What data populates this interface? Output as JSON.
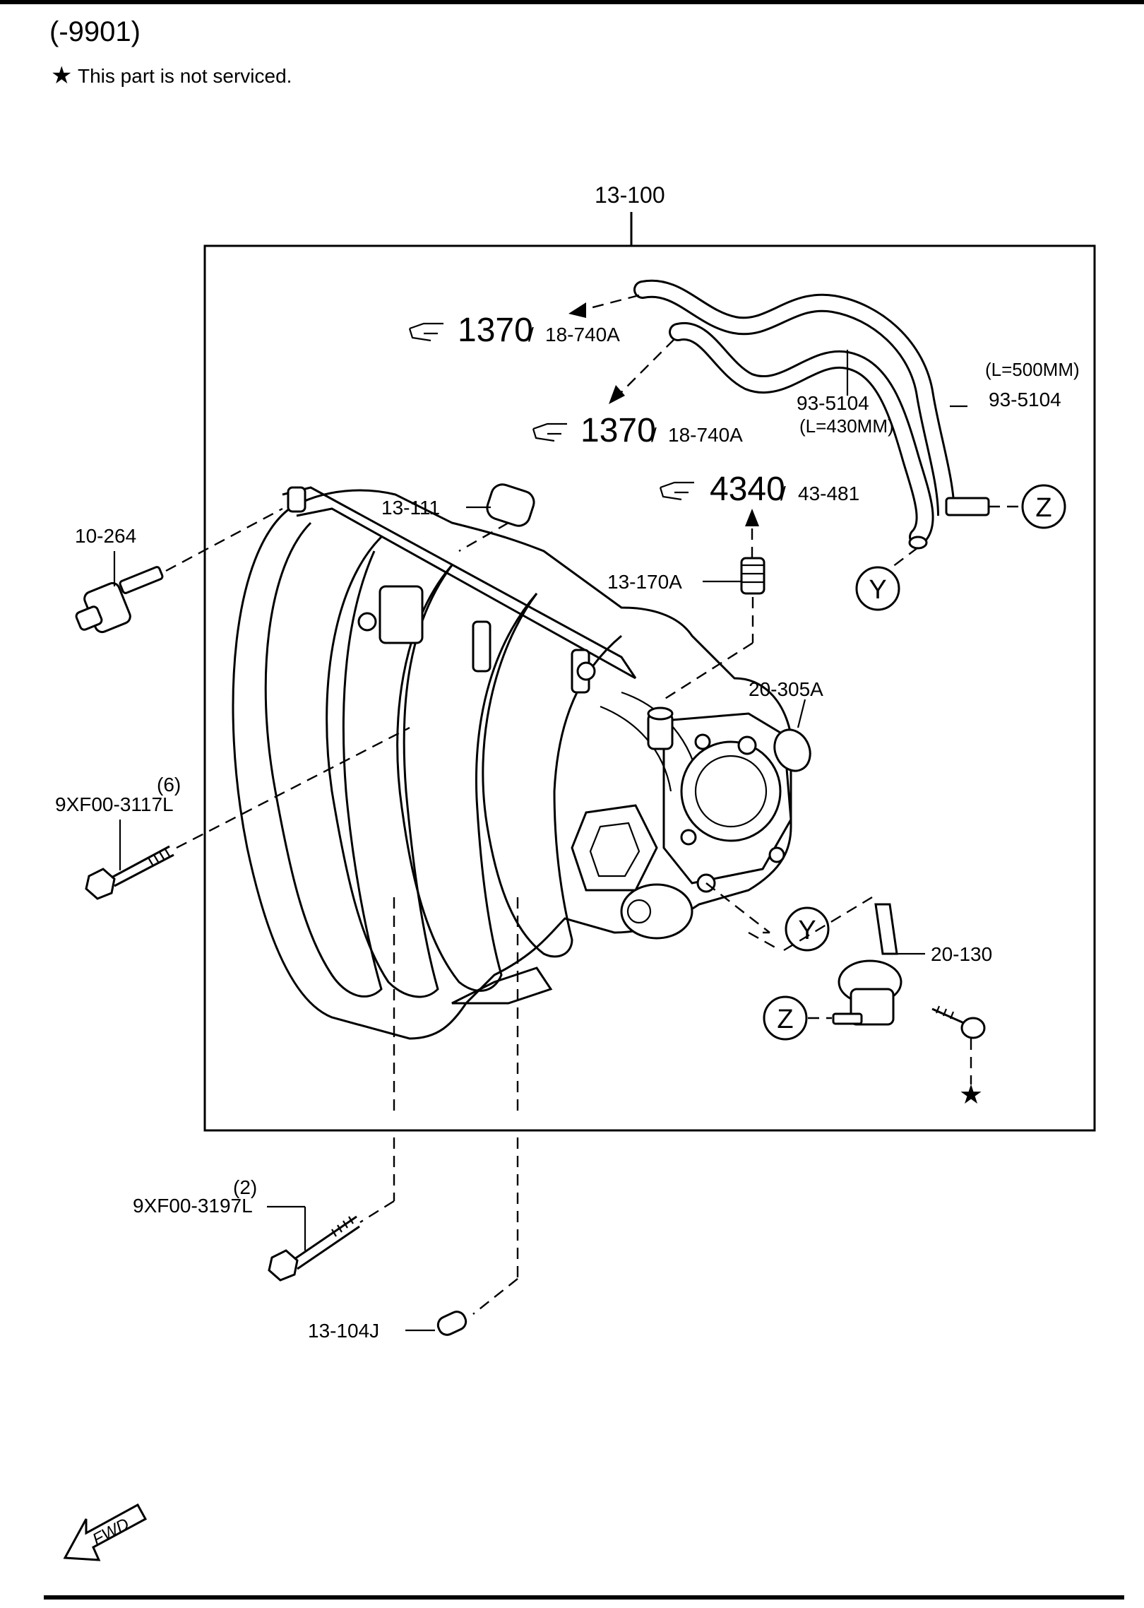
{
  "header": {
    "date_code": "(-9901)",
    "legend_star": "★",
    "legend_text": "This part is not serviced."
  },
  "assembly": {
    "number": "13-100"
  },
  "callouts": [
    {
      "id": "hose_ref_1",
      "icon": "pointing-hand-icon",
      "big": "1370",
      "sep": "/",
      "ref": "18-740A"
    },
    {
      "id": "hose_ref_2",
      "icon": "pointing-hand-icon",
      "big": "1370",
      "sep": "/",
      "ref": "18-740A"
    },
    {
      "id": "sensor_ref",
      "icon": "pointing-hand-icon",
      "big": "4340",
      "sep": "/",
      "ref": "43-481"
    }
  ],
  "parts": {
    "hose_long": {
      "number": "93-5104",
      "length": "(L=500MM)"
    },
    "hose_short": {
      "number": "93-5104",
      "length": "(L=430MM)"
    },
    "gasket": "13-111",
    "valve": "10-264",
    "plug_fitting": "13-170A",
    "o_ring": "20-305A",
    "bolt_upper": {
      "qty": "(6)",
      "number": "9XF00-3117L"
    },
    "actuator": "20-130",
    "bolt_lower": {
      "qty": "(2)",
      "number": "9XF00-3197L"
    },
    "pin": "13-104J"
  },
  "connectors": {
    "y": "Y",
    "z": "Z"
  },
  "not_serviced_mark": "★",
  "fwd_label": "FWD"
}
